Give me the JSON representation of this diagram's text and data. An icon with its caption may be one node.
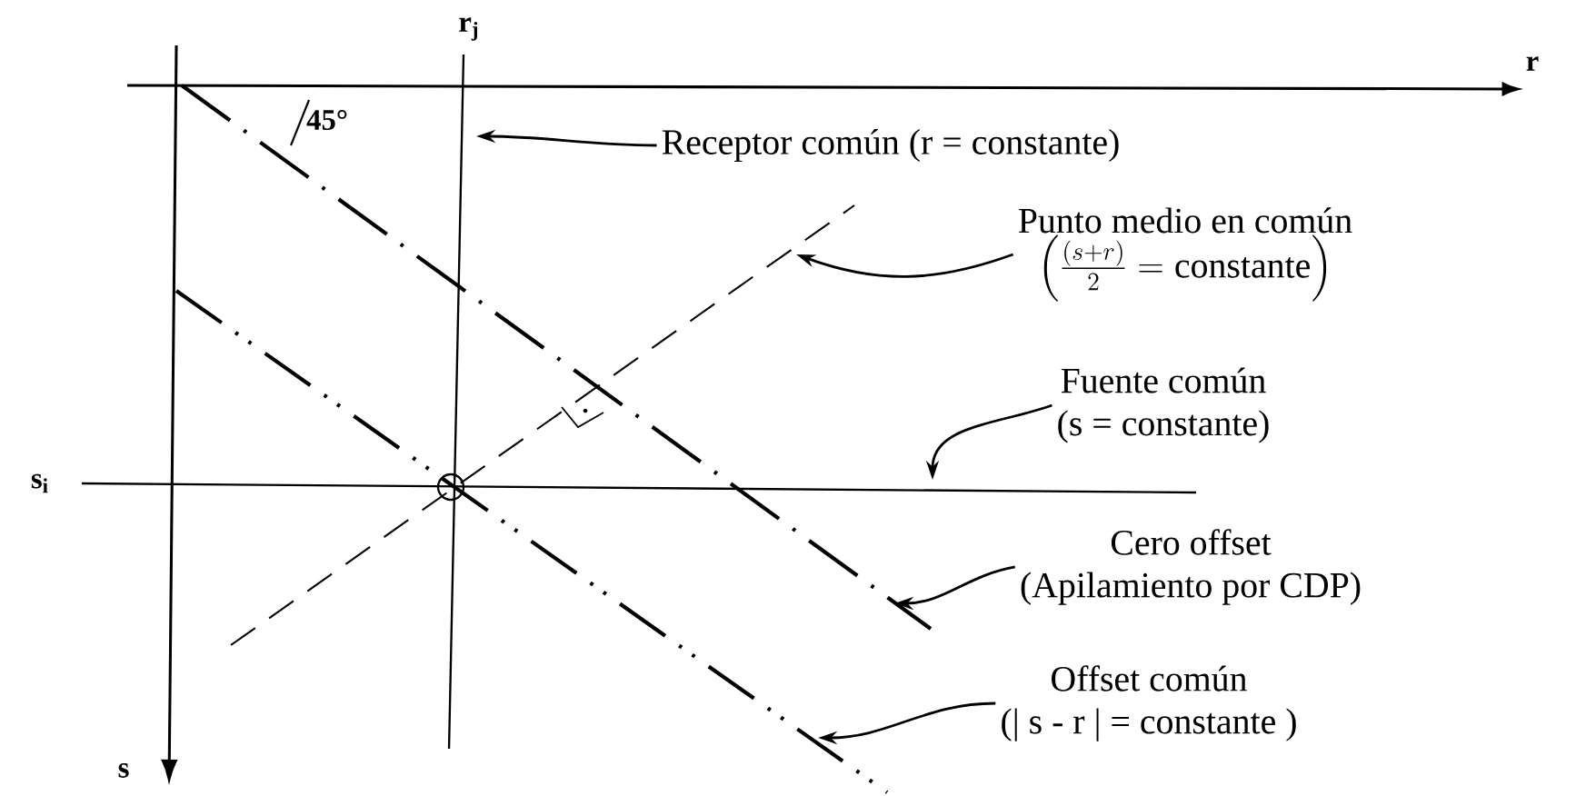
{
  "diagram": {
    "nodes": [
      {
        "text": [
          "Receptor común (r = constante)"
        ]
      },
      {
        "text": [
          "Punto medio en común",
          "\\left(\\frac{(s+r)}{2}=\\mathrm{constante}\\right)"
        ]
      },
      {
        "text": [
          "Fuente común",
          "(s = constante)"
        ]
      },
      {
        "text": [
          "Cero offset",
          "(Apilamiento por CDP)"
        ]
      },
      {
        "text": [
          "Offset común",
          "(| s - r | = constante )"
        ]
      }
    ],
    "edges": [
      {
        "from": 0,
        "to": null,
        "arrow": "to"
      },
      {
        "from": 1,
        "to": null,
        "arrow": "to"
      },
      {
        "from": 2,
        "to": null,
        "arrow": "to"
      },
      {
        "from": 3,
        "to": null,
        "arrow": "to"
      },
      {
        "from": 4,
        "to": null,
        "arrow": "to"
      }
    ],
    "labels": [
      "r$_{j}$",
      "r",
      "45°",
      "s$_{i}$",
      "s"
    ]
  }
}
